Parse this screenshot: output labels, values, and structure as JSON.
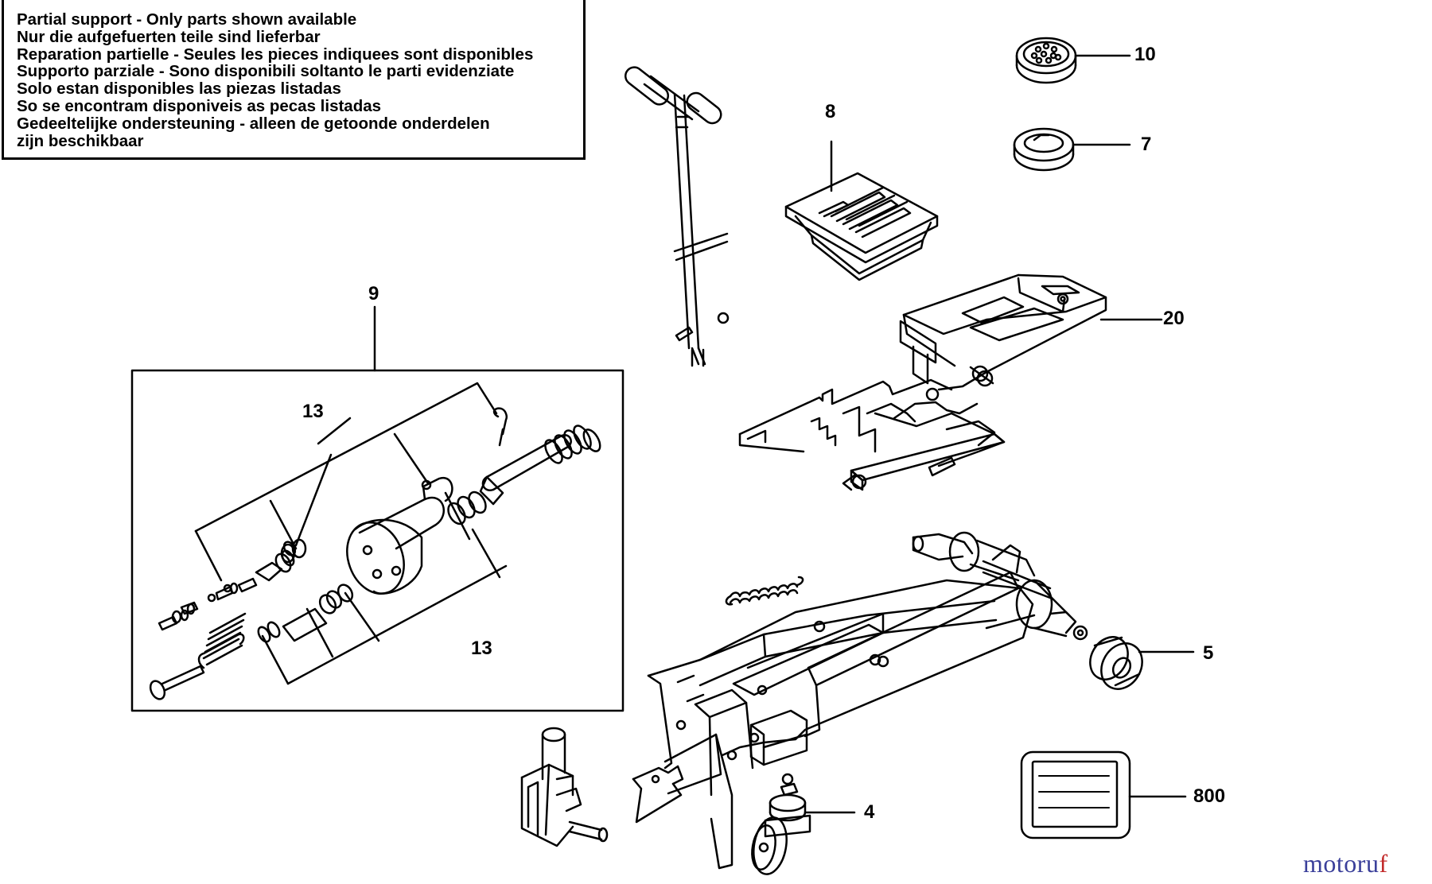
{
  "notice": {
    "lines": [
      "Partial support - Only parts shown available",
      "Nur die aufgefuerten teile sind lieferbar",
      "Reparation partielle - Seules les pieces indiquees sont disponibles",
      "Supporto parziale - Sono disponibili soltanto le parti evidenziate",
      "Solo estan disponibles las piezas listadas",
      "So se encontram disponiveis as pecas listadas",
      "Gedeeltelijke ondersteuning - alleen de getoonde onderdelen",
      "zijn beschikbaar"
    ]
  },
  "callouts": {
    "c10": "10",
    "c7": "7",
    "c8": "8",
    "c9": "9",
    "c20": "20",
    "c13a": "13",
    "c13b": "13",
    "c5": "5",
    "c4": "4",
    "c800": "800"
  },
  "watermark": {
    "part1": "motoru",
    "part2": "f"
  },
  "colors": {
    "line": "#000000",
    "background": "#ffffff",
    "watermark_blue": "#3a3f9a",
    "watermark_red": "#c22a2a"
  }
}
